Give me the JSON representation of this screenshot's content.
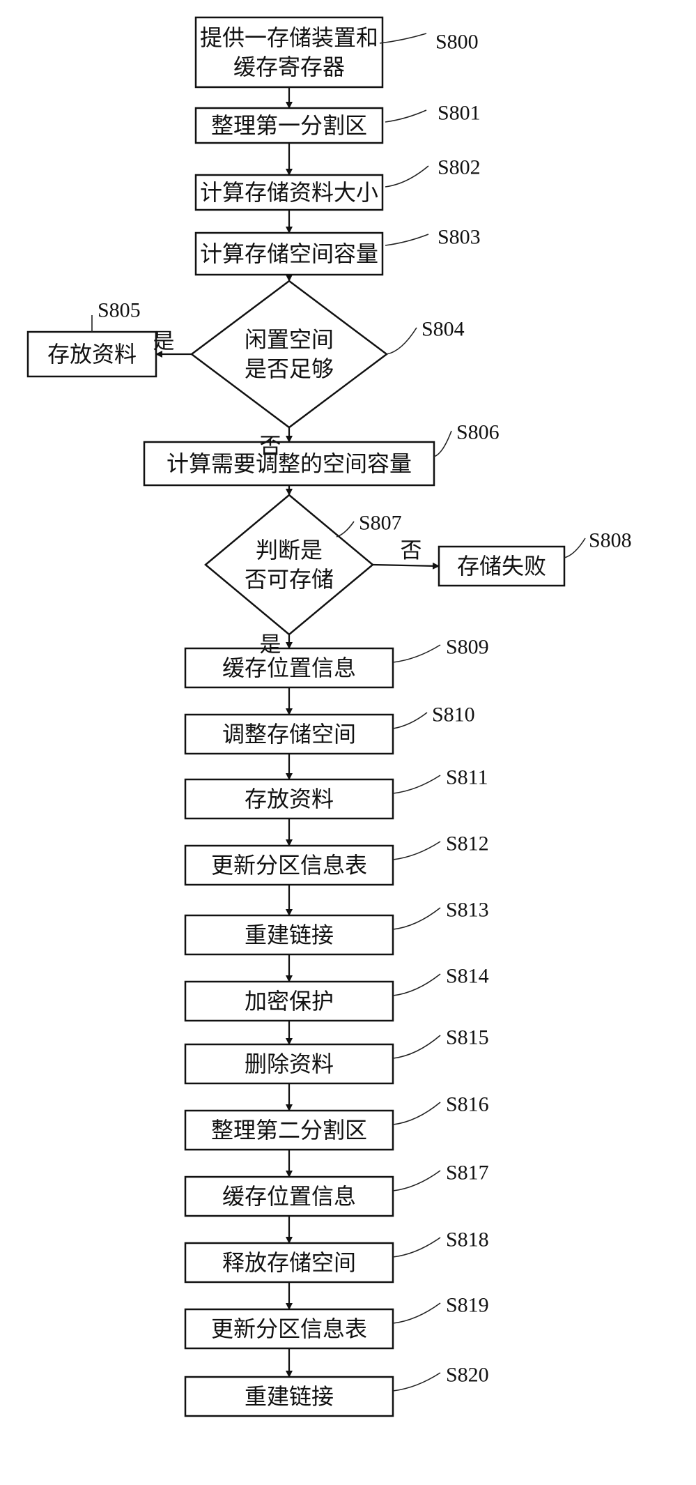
{
  "flowchart": {
    "nodes": [
      {
        "id": "n800",
        "shape": "box",
        "lines": [
          "提供一存储装置和",
          "缓存寄存器"
        ],
        "step": "S800"
      },
      {
        "id": "n801",
        "shape": "box",
        "lines": [
          "整理第一分割区"
        ],
        "step": "S801"
      },
      {
        "id": "n802",
        "shape": "box",
        "lines": [
          "计算存储资料大小"
        ],
        "step": "S802"
      },
      {
        "id": "n803",
        "shape": "box",
        "lines": [
          "计算存储空间容量"
        ],
        "step": "S803"
      },
      {
        "id": "n804",
        "shape": "diamond",
        "lines": [
          "闲置空间",
          "是否足够"
        ],
        "step": "S804"
      },
      {
        "id": "n805",
        "shape": "box",
        "lines": [
          "存放资料"
        ],
        "step": "S805"
      },
      {
        "id": "n806",
        "shape": "box",
        "lines": [
          "计算需要调整的空间容量"
        ],
        "step": "S806"
      },
      {
        "id": "n807",
        "shape": "diamond",
        "lines": [
          "判断是",
          "否可存储"
        ],
        "step": "S807"
      },
      {
        "id": "n808",
        "shape": "box",
        "lines": [
          "存储失败"
        ],
        "step": "S808"
      },
      {
        "id": "n809",
        "shape": "box",
        "lines": [
          "缓存位置信息"
        ],
        "step": "S809"
      },
      {
        "id": "n810",
        "shape": "box",
        "lines": [
          "调整存储空间"
        ],
        "step": "S810"
      },
      {
        "id": "n811",
        "shape": "box",
        "lines": [
          "存放资料"
        ],
        "step": "S811"
      },
      {
        "id": "n812",
        "shape": "box",
        "lines": [
          "更新分区信息表"
        ],
        "step": "S812"
      },
      {
        "id": "n813",
        "shape": "box",
        "lines": [
          "重建链接"
        ],
        "step": "S813"
      },
      {
        "id": "n814",
        "shape": "box",
        "lines": [
          "加密保护"
        ],
        "step": "S814"
      },
      {
        "id": "n815",
        "shape": "box",
        "lines": [
          "删除资料"
        ],
        "step": "S815"
      },
      {
        "id": "n816",
        "shape": "box",
        "lines": [
          "整理第二分割区"
        ],
        "step": "S816"
      },
      {
        "id": "n817",
        "shape": "box",
        "lines": [
          "缓存位置信息"
        ],
        "step": "S817"
      },
      {
        "id": "n818",
        "shape": "box",
        "lines": [
          "释放存储空间"
        ],
        "step": "S818"
      },
      {
        "id": "n819",
        "shape": "box",
        "lines": [
          "更新分区信息表"
        ],
        "step": "S819"
      },
      {
        "id": "n820",
        "shape": "box",
        "lines": [
          "重建链接"
        ],
        "step": "S820"
      }
    ],
    "edges": [
      {
        "from": "n800",
        "to": "n801",
        "label": ""
      },
      {
        "from": "n801",
        "to": "n802",
        "label": ""
      },
      {
        "from": "n802",
        "to": "n803",
        "label": ""
      },
      {
        "from": "n803",
        "to": "n804",
        "label": ""
      },
      {
        "from": "n804",
        "to": "n805",
        "label": "是"
      },
      {
        "from": "n804",
        "to": "n806",
        "label": "否"
      },
      {
        "from": "n806",
        "to": "n807",
        "label": ""
      },
      {
        "from": "n807",
        "to": "n808",
        "label": "否"
      },
      {
        "from": "n807",
        "to": "n809",
        "label": "是"
      },
      {
        "from": "n809",
        "to": "n810",
        "label": ""
      },
      {
        "from": "n810",
        "to": "n811",
        "label": ""
      },
      {
        "from": "n811",
        "to": "n812",
        "label": ""
      },
      {
        "from": "n812",
        "to": "n813",
        "label": ""
      },
      {
        "from": "n813",
        "to": "n814",
        "label": ""
      },
      {
        "from": "n814",
        "to": "n815",
        "label": ""
      },
      {
        "from": "n815",
        "to": "n816",
        "label": ""
      },
      {
        "from": "n816",
        "to": "n817",
        "label": ""
      },
      {
        "from": "n817",
        "to": "n818",
        "label": ""
      },
      {
        "from": "n818",
        "to": "n819",
        "label": ""
      },
      {
        "from": "n819",
        "to": "n820",
        "label": ""
      }
    ]
  }
}
